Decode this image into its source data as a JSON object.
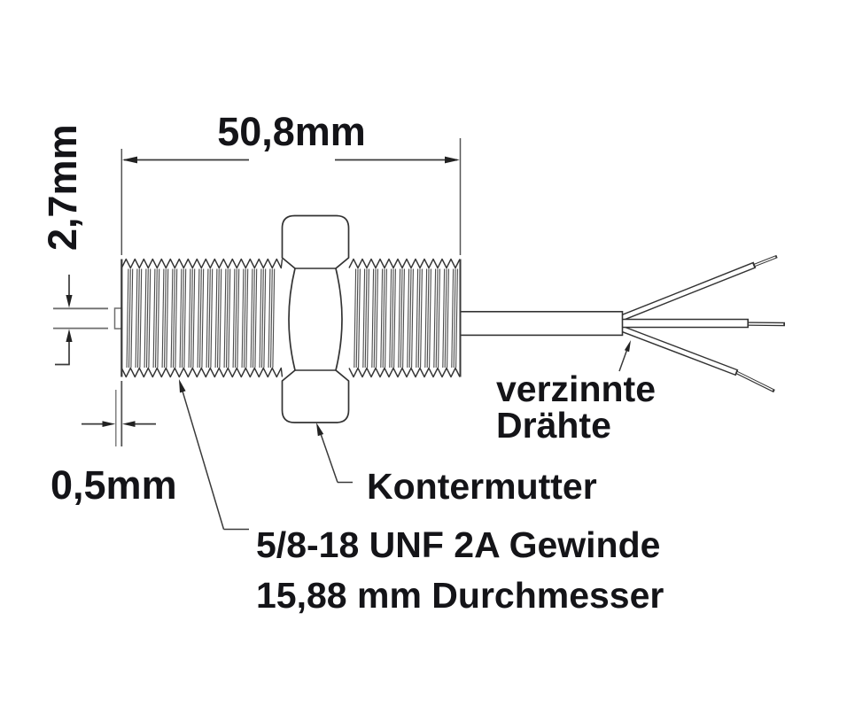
{
  "diagram": {
    "type": "technical-dimension-drawing",
    "subject": "threaded-sensor-with-locknut-and-wires",
    "dimensions": {
      "overall_length": {
        "label": "50,8mm",
        "value_mm": 50.8
      },
      "tip_diameter": {
        "label": "2,7mm",
        "value_mm": 2.7
      },
      "tip_protrusion": {
        "label": "0,5mm",
        "value_mm": 0.5
      }
    },
    "labels": {
      "wires_line1": "verzinnte",
      "wires_line2": "Drähte",
      "locknut": "Kontermutter",
      "thread_line1": "5/8-18 UNF 2A Gewinde",
      "thread_line2": "15,88 mm Durchmesser"
    },
    "colors": {
      "background": "#ffffff",
      "text": "#141418",
      "line": "#3a3a3a",
      "gray_line": "#6e6e6e",
      "arrow_fill": "#222222"
    }
  }
}
